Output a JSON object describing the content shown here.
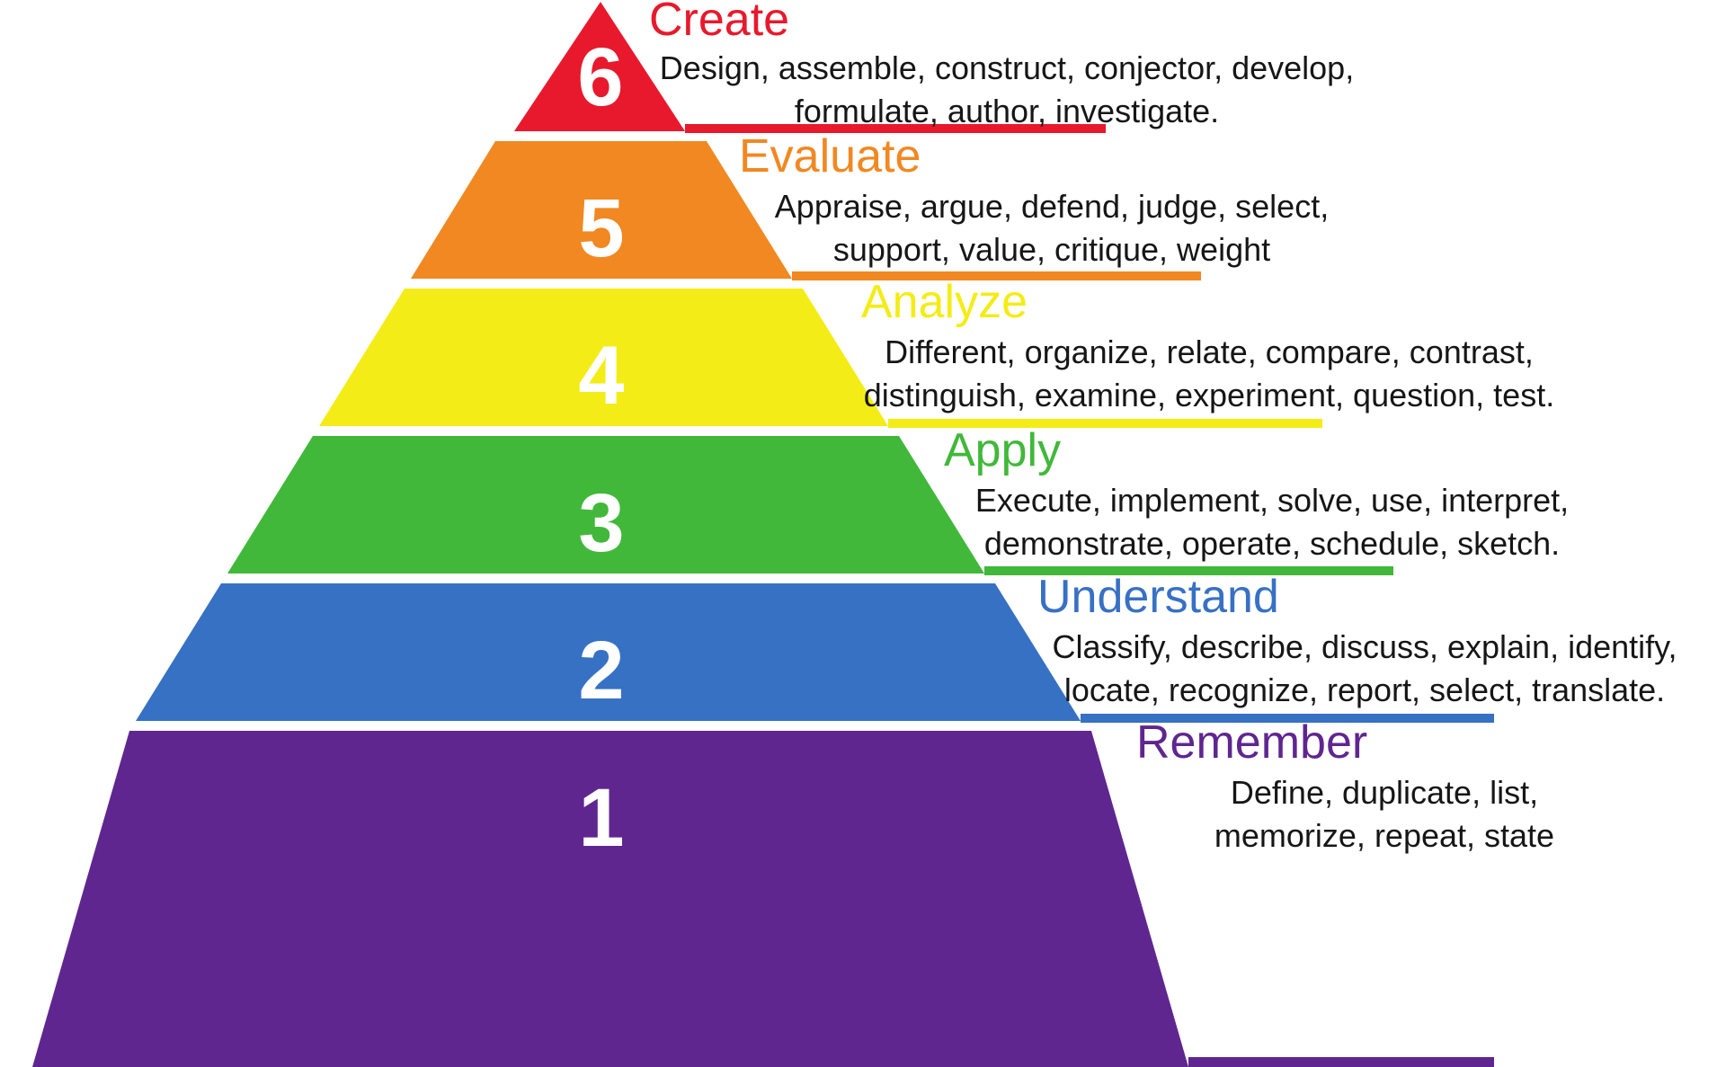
{
  "diagram": {
    "name": "Blooms Taxonomy Pyramid",
    "background_color": "#FFFFFF"
  },
  "levels": [
    {
      "number": "6",
      "title": "Create",
      "color": "#E8192C",
      "verb_lines": [
        "Design, assemble, construct, conjector, develop,",
        "formulate, author, investigate."
      ]
    },
    {
      "number": "5",
      "title": "Evaluate",
      "color": "#F18821",
      "verb_lines": [
        "Appraise, argue, defend, judge, select,",
        "support, value, critique, weight"
      ]
    },
    {
      "number": "4",
      "title": "Analyze",
      "color": "#F4EC16",
      "verb_lines": [
        "Different, organize, relate, compare, contrast,",
        "distinguish, examine, experiment, question, test."
      ]
    },
    {
      "number": "3",
      "title": "Apply",
      "color": "#41B83A",
      "verb_lines": [
        "Execute, implement, solve, use, interpret,",
        "demonstrate, operate, schedule, sketch."
      ]
    },
    {
      "number": "2",
      "title": "Understand",
      "color": "#3771C4",
      "verb_lines": [
        "Classify, describe, discuss, explain, identify,",
        "locate, recognize, report, select, translate."
      ]
    },
    {
      "number": "1",
      "title": "Remember",
      "color": "#5F2690",
      "verb_lines": [
        "Define, duplicate, list,",
        "memorize, repeat, state"
      ]
    }
  ]
}
